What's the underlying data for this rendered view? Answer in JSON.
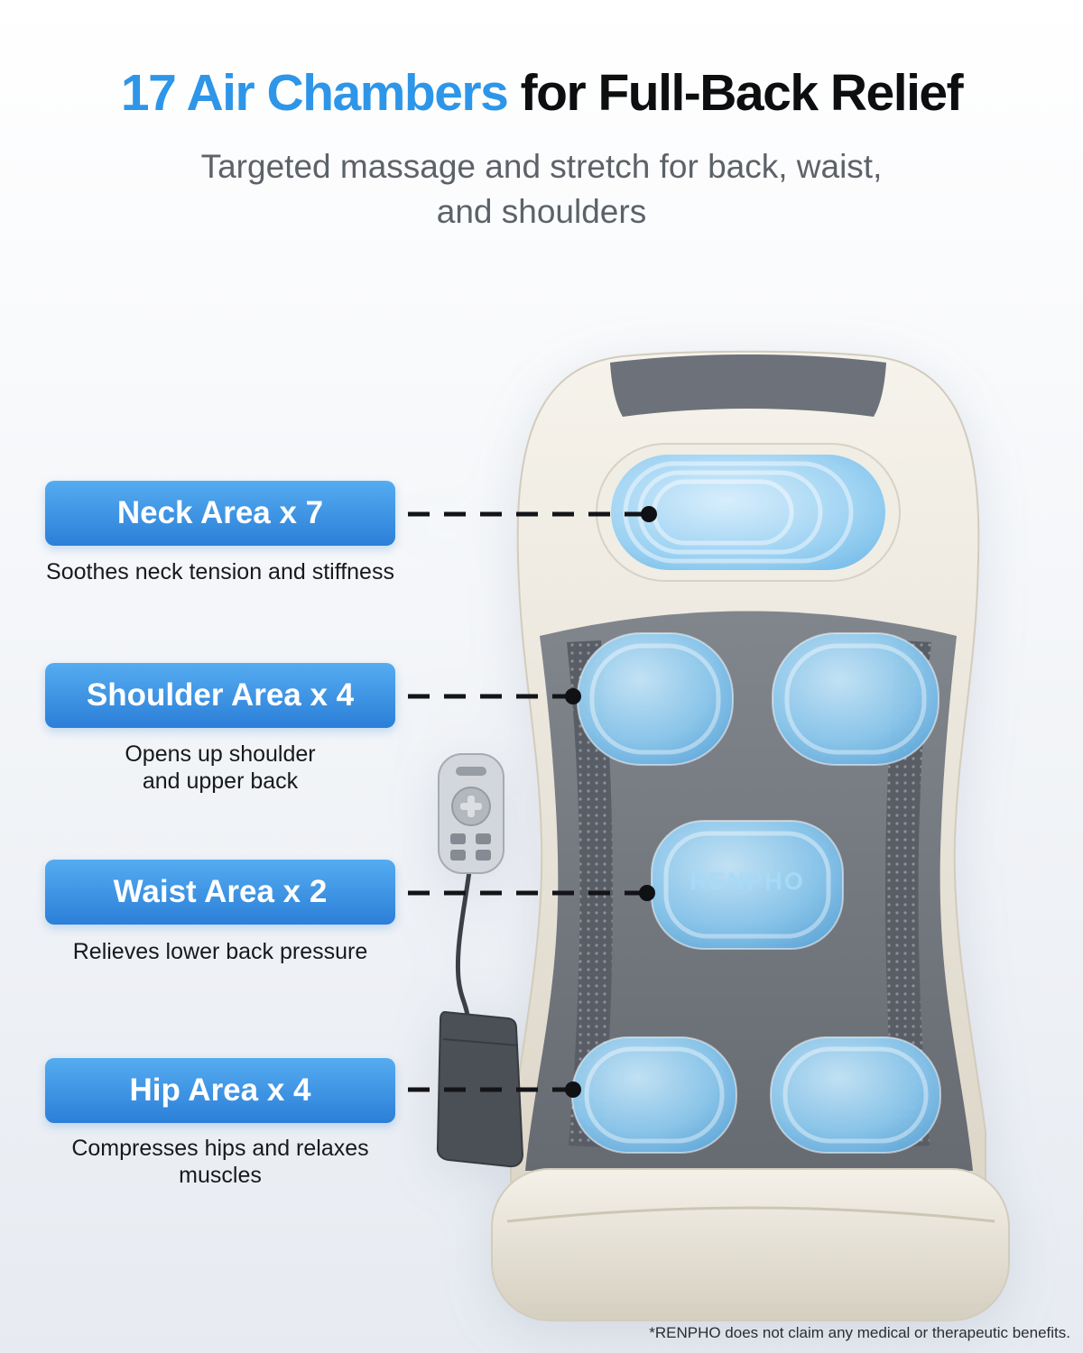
{
  "header": {
    "title_highlight": "17 Air Chambers",
    "title_rest": "for Full-Back Relief",
    "subtitle": "Targeted massage and stretch for back, waist,\nand shoulders"
  },
  "callouts": [
    {
      "label": "Neck Area x 7",
      "caption": "Soothes neck tension and stiffness"
    },
    {
      "label": "Shoulder Area x 4",
      "caption": "Opens up shoulder\nand upper back"
    },
    {
      "label": "Waist Area x 2",
      "caption": "Relieves lower back pressure"
    },
    {
      "label": "Hip Area x 4",
      "caption": "Compresses hips and relaxes\nmuscles"
    }
  ],
  "product": {
    "brand_watermark": "RENPHO"
  },
  "footer": {
    "disclaimer": "*RENPHO does not claim any medical or therapeutic benefits."
  },
  "colors": {
    "accent_blue": "#2e96e8",
    "callout_gradient_start": "#55acf0",
    "callout_gradient_end": "#2b7fd8",
    "chamber_blue": "#8cc9ef",
    "title_dark": "#0d0e10"
  }
}
